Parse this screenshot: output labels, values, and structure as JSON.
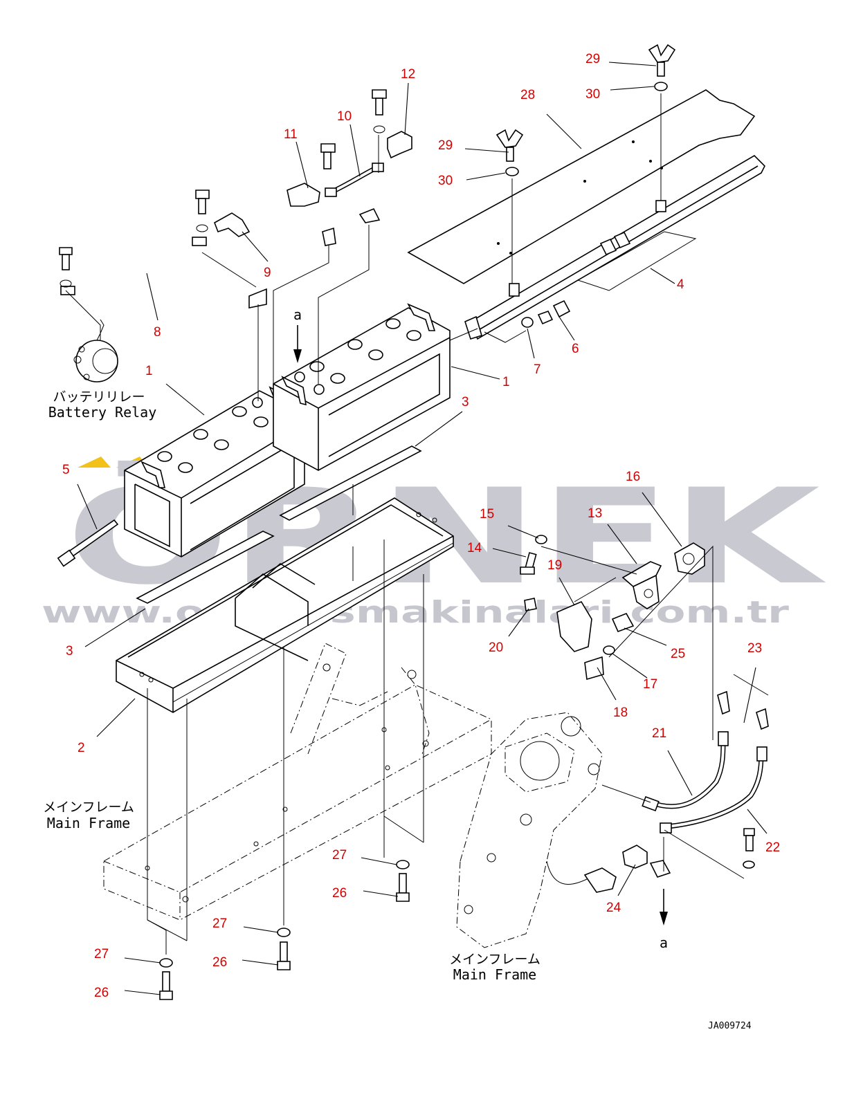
{
  "watermark": {
    "brand": "ÖRNEK",
    "url": "www.ornekismakinalari.com.tr",
    "color": "#c9c9d2",
    "accent": "#f2c21b"
  },
  "callouts": [
    {
      "n": "1"
    },
    {
      "n": "1"
    },
    {
      "n": "2"
    },
    {
      "n": "3"
    },
    {
      "n": "3"
    },
    {
      "n": "4"
    },
    {
      "n": "5"
    },
    {
      "n": "6"
    },
    {
      "n": "7"
    },
    {
      "n": "8"
    },
    {
      "n": "9"
    },
    {
      "n": "10"
    },
    {
      "n": "11"
    },
    {
      "n": "12"
    },
    {
      "n": "13"
    },
    {
      "n": "14"
    },
    {
      "n": "15"
    },
    {
      "n": "16"
    },
    {
      "n": "17"
    },
    {
      "n": "18"
    },
    {
      "n": "19"
    },
    {
      "n": "20"
    },
    {
      "n": "21"
    },
    {
      "n": "22"
    },
    {
      "n": "23"
    },
    {
      "n": "24"
    },
    {
      "n": "25"
    },
    {
      "n": "26"
    },
    {
      "n": "26"
    },
    {
      "n": "26"
    },
    {
      "n": "27"
    },
    {
      "n": "27"
    },
    {
      "n": "27"
    },
    {
      "n": "28"
    },
    {
      "n": "29"
    },
    {
      "n": "29"
    },
    {
      "n": "30"
    },
    {
      "n": "30"
    }
  ],
  "labels": {
    "battery_relay_jp": "バッテリリレー",
    "battery_relay_en": "Battery Relay",
    "main_frame_jp": "メインフレーム",
    "main_frame_en": "Main Frame",
    "main_frame2_jp": "メインフレーム",
    "main_frame2_en": "Main Frame",
    "ref_a_top": "a",
    "ref_a_bottom": "a",
    "drawing_code": "JA009724"
  },
  "colors": {
    "callout": "#d40000",
    "line": "#000000"
  }
}
